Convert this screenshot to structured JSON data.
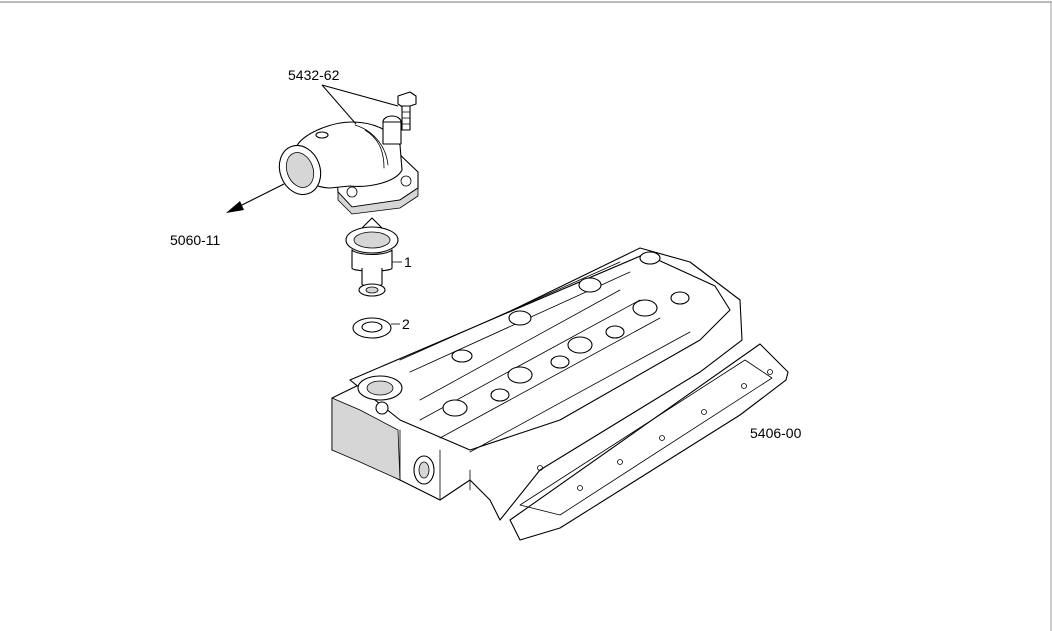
{
  "labels": {
    "outlet_housing_ref": "5432-62",
    "hose_ref": "5060-11",
    "item_1": "1",
    "item_2": "2",
    "cylinder_head_ref": "5406-00"
  }
}
